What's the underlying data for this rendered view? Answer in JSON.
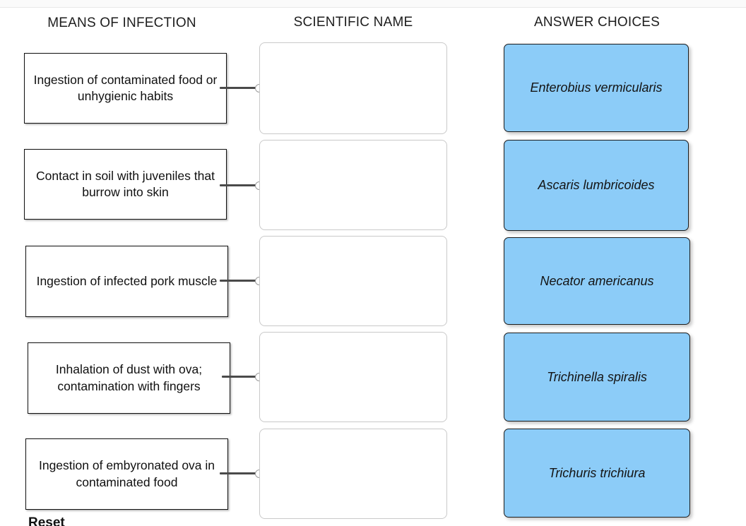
{
  "columns": {
    "means_of_infection": "MEANS OF INFECTION",
    "scientific_name": "SCIENTIFIC NAME",
    "answer_choices": "ANSWER CHOICES"
  },
  "prompts": [
    {
      "text": "Ingestion of contaminated food or unhygienic habits"
    },
    {
      "text": "Contact in soil with juveniles that burrow into skin"
    },
    {
      "text": "Ingestion of infected pork muscle"
    },
    {
      "text": "Inhalation of dust with ova; contamination with fingers"
    },
    {
      "text": "Ingestion of embyronated ova in contaminated food"
    }
  ],
  "drop_zones": [
    {
      "value": ""
    },
    {
      "value": ""
    },
    {
      "value": ""
    },
    {
      "value": ""
    },
    {
      "value": ""
    }
  ],
  "answers": [
    {
      "label": "Enterobius vermicularis"
    },
    {
      "label": "Ascaris lumbricoides"
    },
    {
      "label": "Necator americanus"
    },
    {
      "label": "Trichinella spiralis"
    },
    {
      "label": "Trichuris trichiura"
    }
  ],
  "footer": {
    "reset_label": "Reset"
  },
  "colors": {
    "answer_card_fill": "#8cccf8",
    "answer_card_border": "#1b1b1b",
    "prompt_border": "#101010",
    "drop_zone_border": "#c9c9c9",
    "connector": "#4a4a4a"
  }
}
